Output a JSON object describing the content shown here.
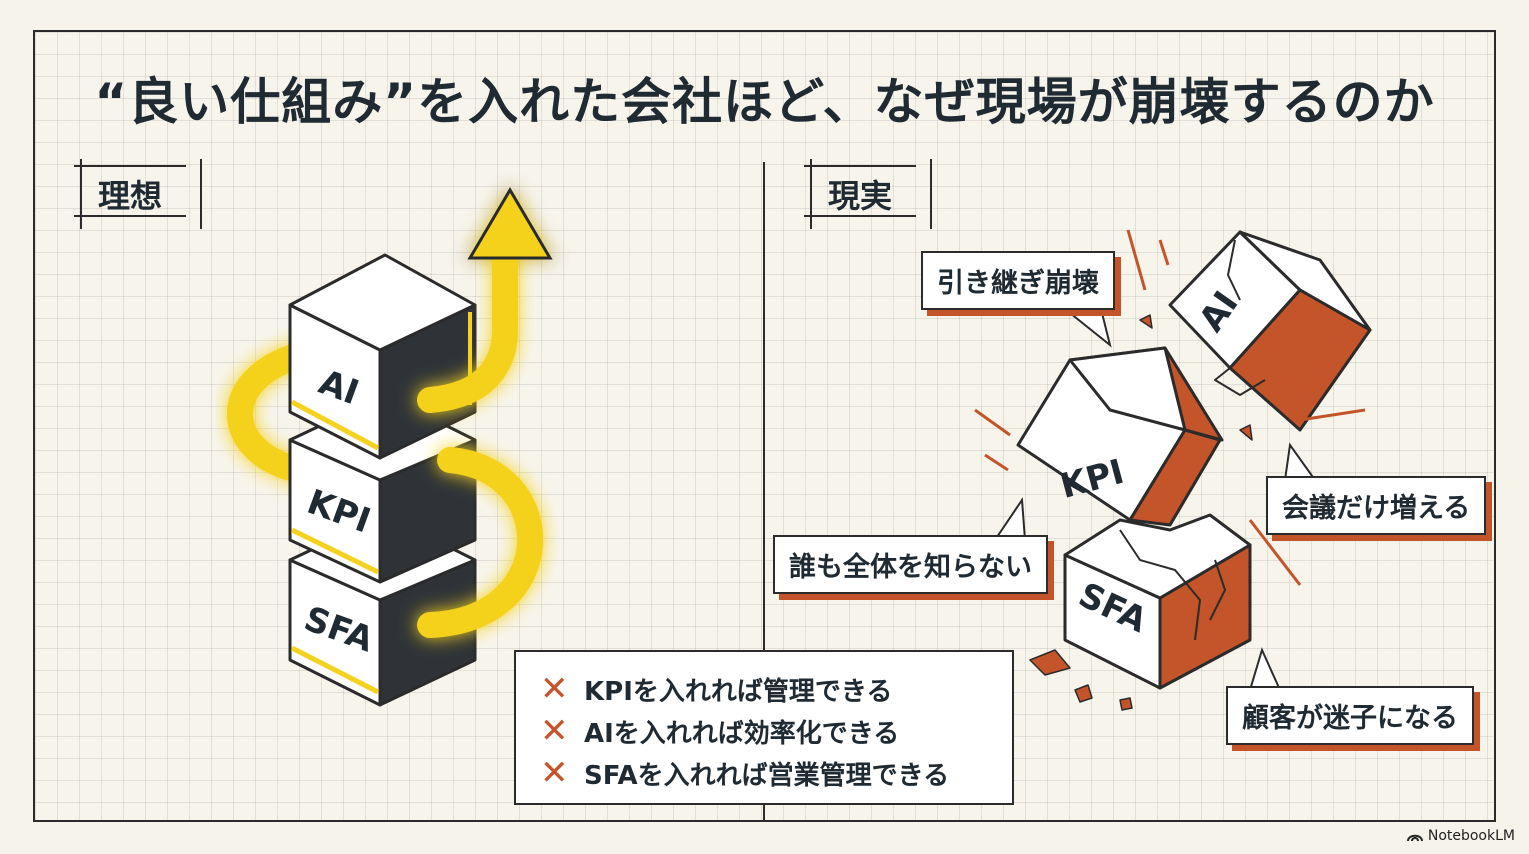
{
  "title": "“良い仕組み”を入れた会社ほど、なぜ現場が崩壊するのか",
  "sections": {
    "ideal": "理想",
    "reality": "現実"
  },
  "ideal_blocks": [
    "AI",
    "KPI",
    "SFA"
  ],
  "reality_blocks": [
    "AI",
    "KPI",
    "SFA"
  ],
  "callouts": {
    "handover": "引き継ぎ崩壊",
    "meetings": "会議だけ増える",
    "nobody": "誰も全体を知らない",
    "customer": "顧客が迷子になる"
  },
  "myths": [
    "KPIを入れれば管理できる",
    "AIを入れれば効率化できる",
    "SFAを入れれば営業管理できる"
  ],
  "myth_mark": "✕",
  "brand": "NotebookLM",
  "colors": {
    "accent_yellow": "#f4d21f",
    "accent_rust": "#c4542a",
    "ink": "#1f2a33",
    "cube_dark": "#2f3338"
  }
}
